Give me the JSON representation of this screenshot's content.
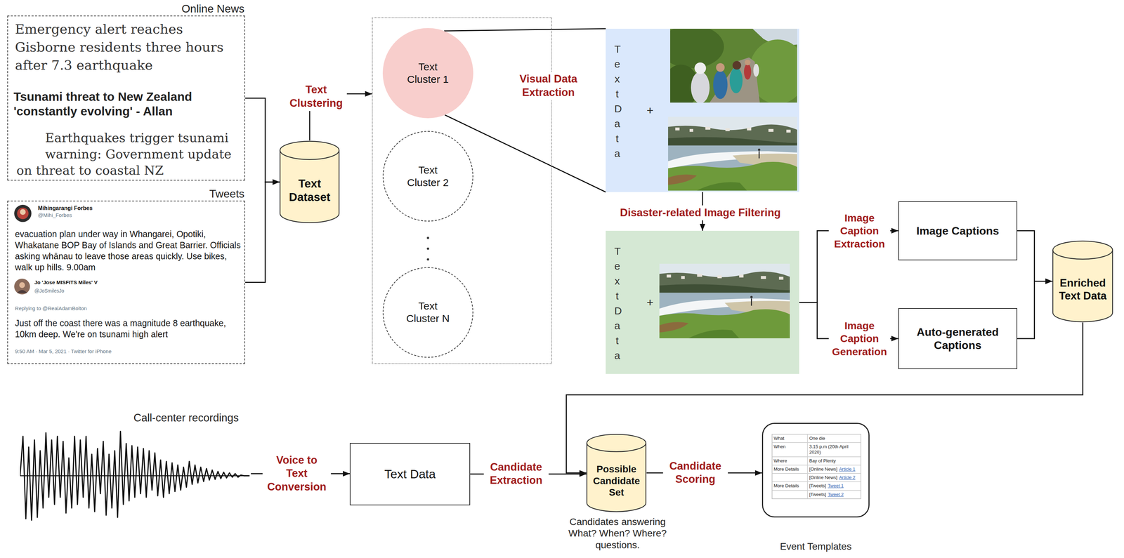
{
  "diagram": {
    "nodes": [
      {
        "text": [
          "Online News",
          "Emergency alert reaches Gisborne residents three hours after 7.3 earthquake",
          "Tsunami threat to New Zealand 'constantly evolving' - Allan",
          "Earthquakes trigger tsunami warning: Government update on threat to coastal NZ"
        ]
      },
      {
        "text": [
          "Tweets",
          "Mihingarangi Forbes",
          "@Mihi_Forbes",
          "evacuation plan under way in Whangarei, Opotiki, Whakatane BOP Bay of Islands and Great Barrier. Officials asking whānau to leave those areas quickly. Use bikes, walk up hills. 9.00am",
          "Jo 'Jose MISFITS Miles' V",
          "@JoSmilesJo",
          "Replying to @RealAdamBolton",
          "Just off the coast there was a magnitude 8 earthquake, 10km deep. We're on tsunami high alert",
          "9:50 AM · Mar 5, 2021 · Twitter for iPhone"
        ]
      },
      {
        "text": [
          "Text Dataset"
        ]
      },
      {
        "text": []
      },
      {
        "text": [
          "Text Cluster 1"
        ],
        "in": 3
      },
      {
        "text": [
          "Text Cluster 2"
        ],
        "in": 3
      },
      {
        "text": [
          "Text Cluster N"
        ],
        "in": 3
      },
      {
        "text": [
          "Text Data",
          "+"
        ]
      },
      {
        "text": [
          "Text Data",
          "+"
        ]
      },
      {
        "text": [
          "Image Captions"
        ]
      },
      {
        "text": [
          "Auto-generated Captions"
        ]
      },
      {
        "text": [
          "Enriched Text Data"
        ]
      },
      {
        "text": [
          "Call-center recordings"
        ]
      },
      {
        "text": [
          "Text Data"
        ]
      },
      {
        "text": [
          "Possible Candidate Set"
        ]
      },
      {
        "text": [
          "Event Templates"
        ]
      }
    ],
    "edges": [
      {
        "from": 0,
        "to": 2,
        "arrow": "to"
      },
      {
        "from": 1,
        "to": 2,
        "arrow": "to"
      },
      {
        "from": 2,
        "to": 3,
        "label": "Text Clustering",
        "arrow": "to"
      },
      {
        "from": 4,
        "to": 7,
        "label": "Visual Data Extraction",
        "arrow": "none"
      },
      {
        "from": 7,
        "to": 8,
        "label": "Disaster-related Image Filtering",
        "arrow": "to"
      },
      {
        "from": 8,
        "to": 9,
        "label": "Image Caption Extraction",
        "arrow": "to"
      },
      {
        "from": 8,
        "to": 10,
        "label": "Image Caption Generation",
        "arrow": "to"
      },
      {
        "from": 9,
        "to": 11,
        "arrow": "to"
      },
      {
        "from": 10,
        "to": 11,
        "arrow": "to"
      },
      {
        "from": 11,
        "to": 14,
        "arrow": "to"
      },
      {
        "from": 12,
        "to": 13,
        "label": "Voice to Text Conversion",
        "arrow": "to"
      },
      {
        "from": 13,
        "to": 14,
        "label": "Candidate Extraction",
        "arrow": "to"
      },
      {
        "from": 14,
        "to": 15,
        "label": "Candidate Scoring",
        "arrow": "to"
      }
    ],
    "labels": [
      "Candidates answering What? When? Where? questions.",
      "What",
      "One die",
      "When",
      "3.15 p.m (20th April 2020)",
      "Where",
      "Bay of Plenty",
      "More Details",
      "[Online News]",
      "Article 1",
      "[Online News]",
      "Article 2",
      "More Details",
      "[Tweets]",
      "Tweet 1",
      "[Tweets]",
      "Tweet 2"
    ]
  }
}
